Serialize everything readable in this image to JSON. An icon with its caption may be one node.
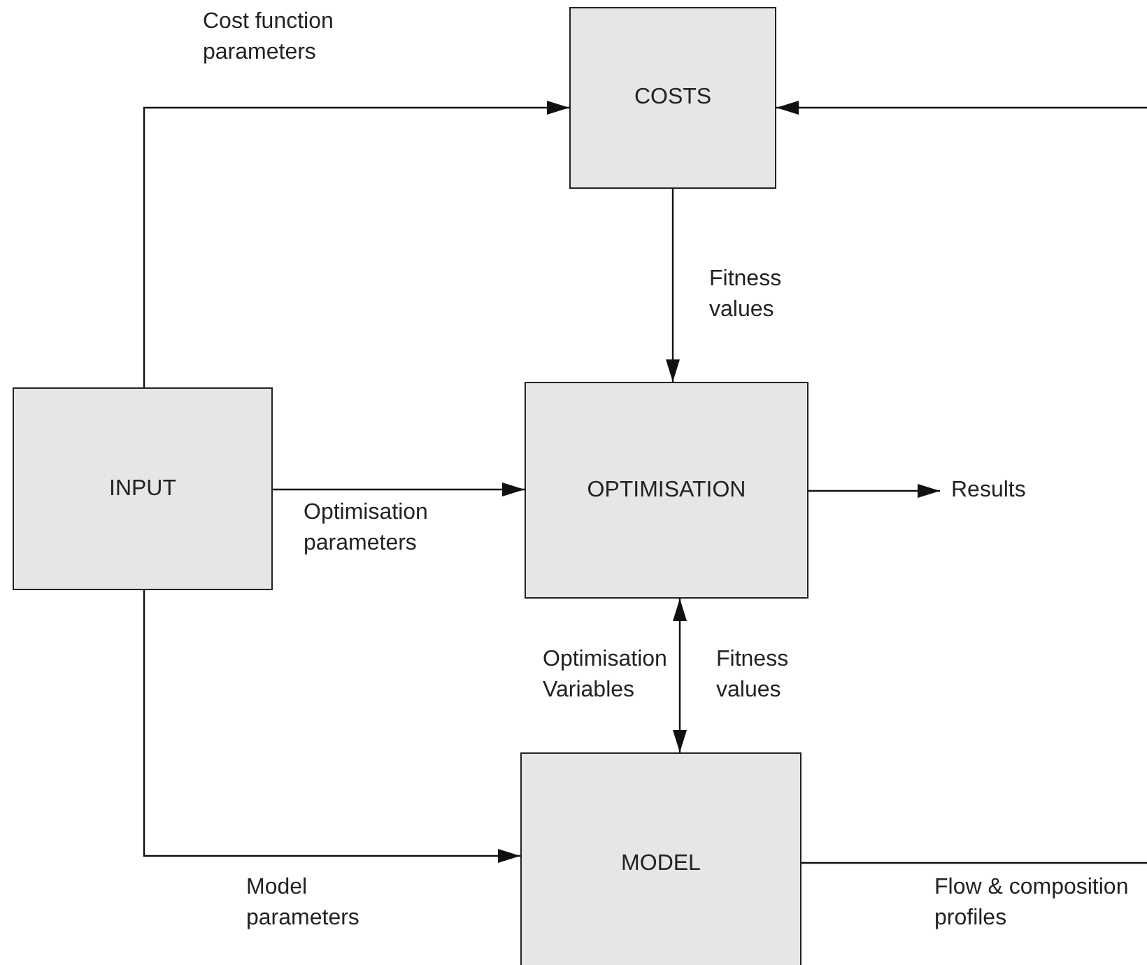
{
  "diagram": {
    "nodes": [
      {
        "text": [
          "COSTS"
        ]
      },
      {
        "text": [
          "INPUT"
        ]
      },
      {
        "text": [
          "OPTIMISATION"
        ]
      },
      {
        "text": [
          "MODEL"
        ]
      },
      {
        "text": [
          "Results"
        ]
      }
    ],
    "edges": [
      {
        "from": 1,
        "to": 0,
        "arrow": "to",
        "label": "Cost function parameters"
      },
      {
        "from": 0,
        "to": 2,
        "arrow": "to",
        "label": "Fitness values"
      },
      {
        "from": 1,
        "to": 2,
        "arrow": "to",
        "label": "Optimisation parameters"
      },
      {
        "from": 2,
        "to": 4,
        "arrow": "to"
      },
      {
        "from": 2,
        "to": 3,
        "arrow": "both",
        "label": "Fitness values"
      },
      {
        "from": 1,
        "to": 3,
        "arrow": "to",
        "label": "Model parameters"
      },
      {
        "from": 3,
        "to": null,
        "arrow": "none",
        "label": "Flow & composition profiles"
      },
      {
        "from": null,
        "to": 0,
        "arrow": "to"
      }
    ],
    "labels": [
      "Optimisation Variables"
    ]
  }
}
